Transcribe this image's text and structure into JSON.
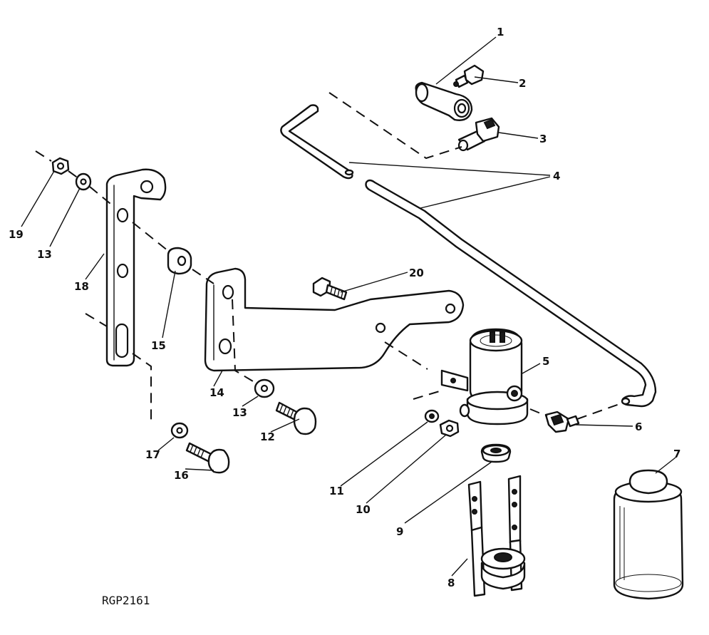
{
  "reference_code": "RGP2161",
  "callouts": {
    "c1": "1",
    "c2": "2",
    "c3": "3",
    "c4": "4",
    "c5": "5",
    "c6": "6",
    "c7": "7",
    "c8": "8",
    "c9": "9",
    "c10": "10",
    "c11": "11",
    "c12": "12",
    "c13a": "13",
    "c13b": "13",
    "c14": "14",
    "c15": "15",
    "c16": "16",
    "c17": "17",
    "c18": "18",
    "c19": "19",
    "c20": "20"
  }
}
